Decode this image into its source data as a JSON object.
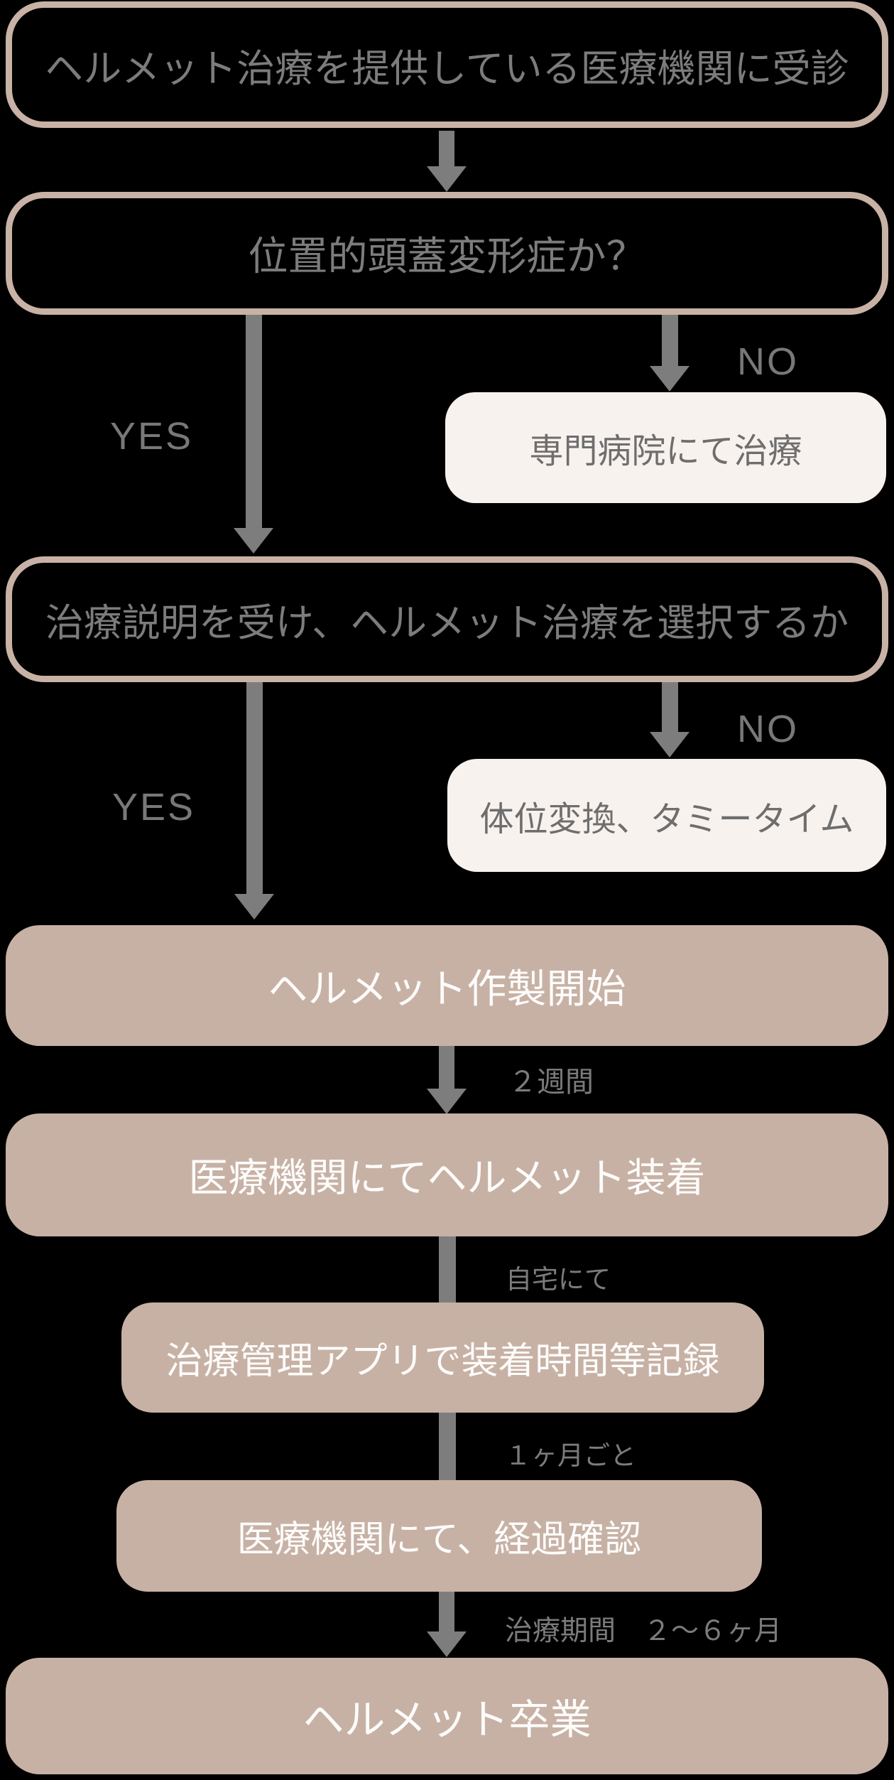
{
  "palette": {
    "background": "#000000",
    "outline_border": "#c8b2a6",
    "tan_fill": "#c7b1a5",
    "cream_fill": "#f8f2ee",
    "arrow_gray": "#7d7d7d",
    "gray_text": "#7c7c7c",
    "white_text": "#fdfcfb"
  },
  "flow": {
    "box1": {
      "label": "ヘルメット治療を提供している医療機関に受診"
    },
    "box2": {
      "label": "位置的頭蓋変形症か？"
    },
    "branch1": {
      "yes": "YES",
      "no": "NO",
      "no_result": "専門病院にて治療"
    },
    "box3": {
      "label": "治療説明を受け、ヘルメット治療を選択するか"
    },
    "branch2": {
      "yes": "YES",
      "no": "NO",
      "no_result": "体位変換、タミータイム"
    },
    "box4": {
      "label": "ヘルメット作製開始"
    },
    "edge1": {
      "label": "２週間"
    },
    "box5": {
      "label": "医療機関にてヘルメット装着"
    },
    "edge2": {
      "label": "自宅にて"
    },
    "box6": {
      "label": "治療管理アプリで装着時間等記録"
    },
    "edge3": {
      "label": "１ヶ月ごと"
    },
    "box7": {
      "label": "医療機関にて、経過確認"
    },
    "edge4": {
      "label": "治療期間　２～６ヶ月"
    },
    "box8": {
      "label": "ヘルメット卒業"
    }
  }
}
